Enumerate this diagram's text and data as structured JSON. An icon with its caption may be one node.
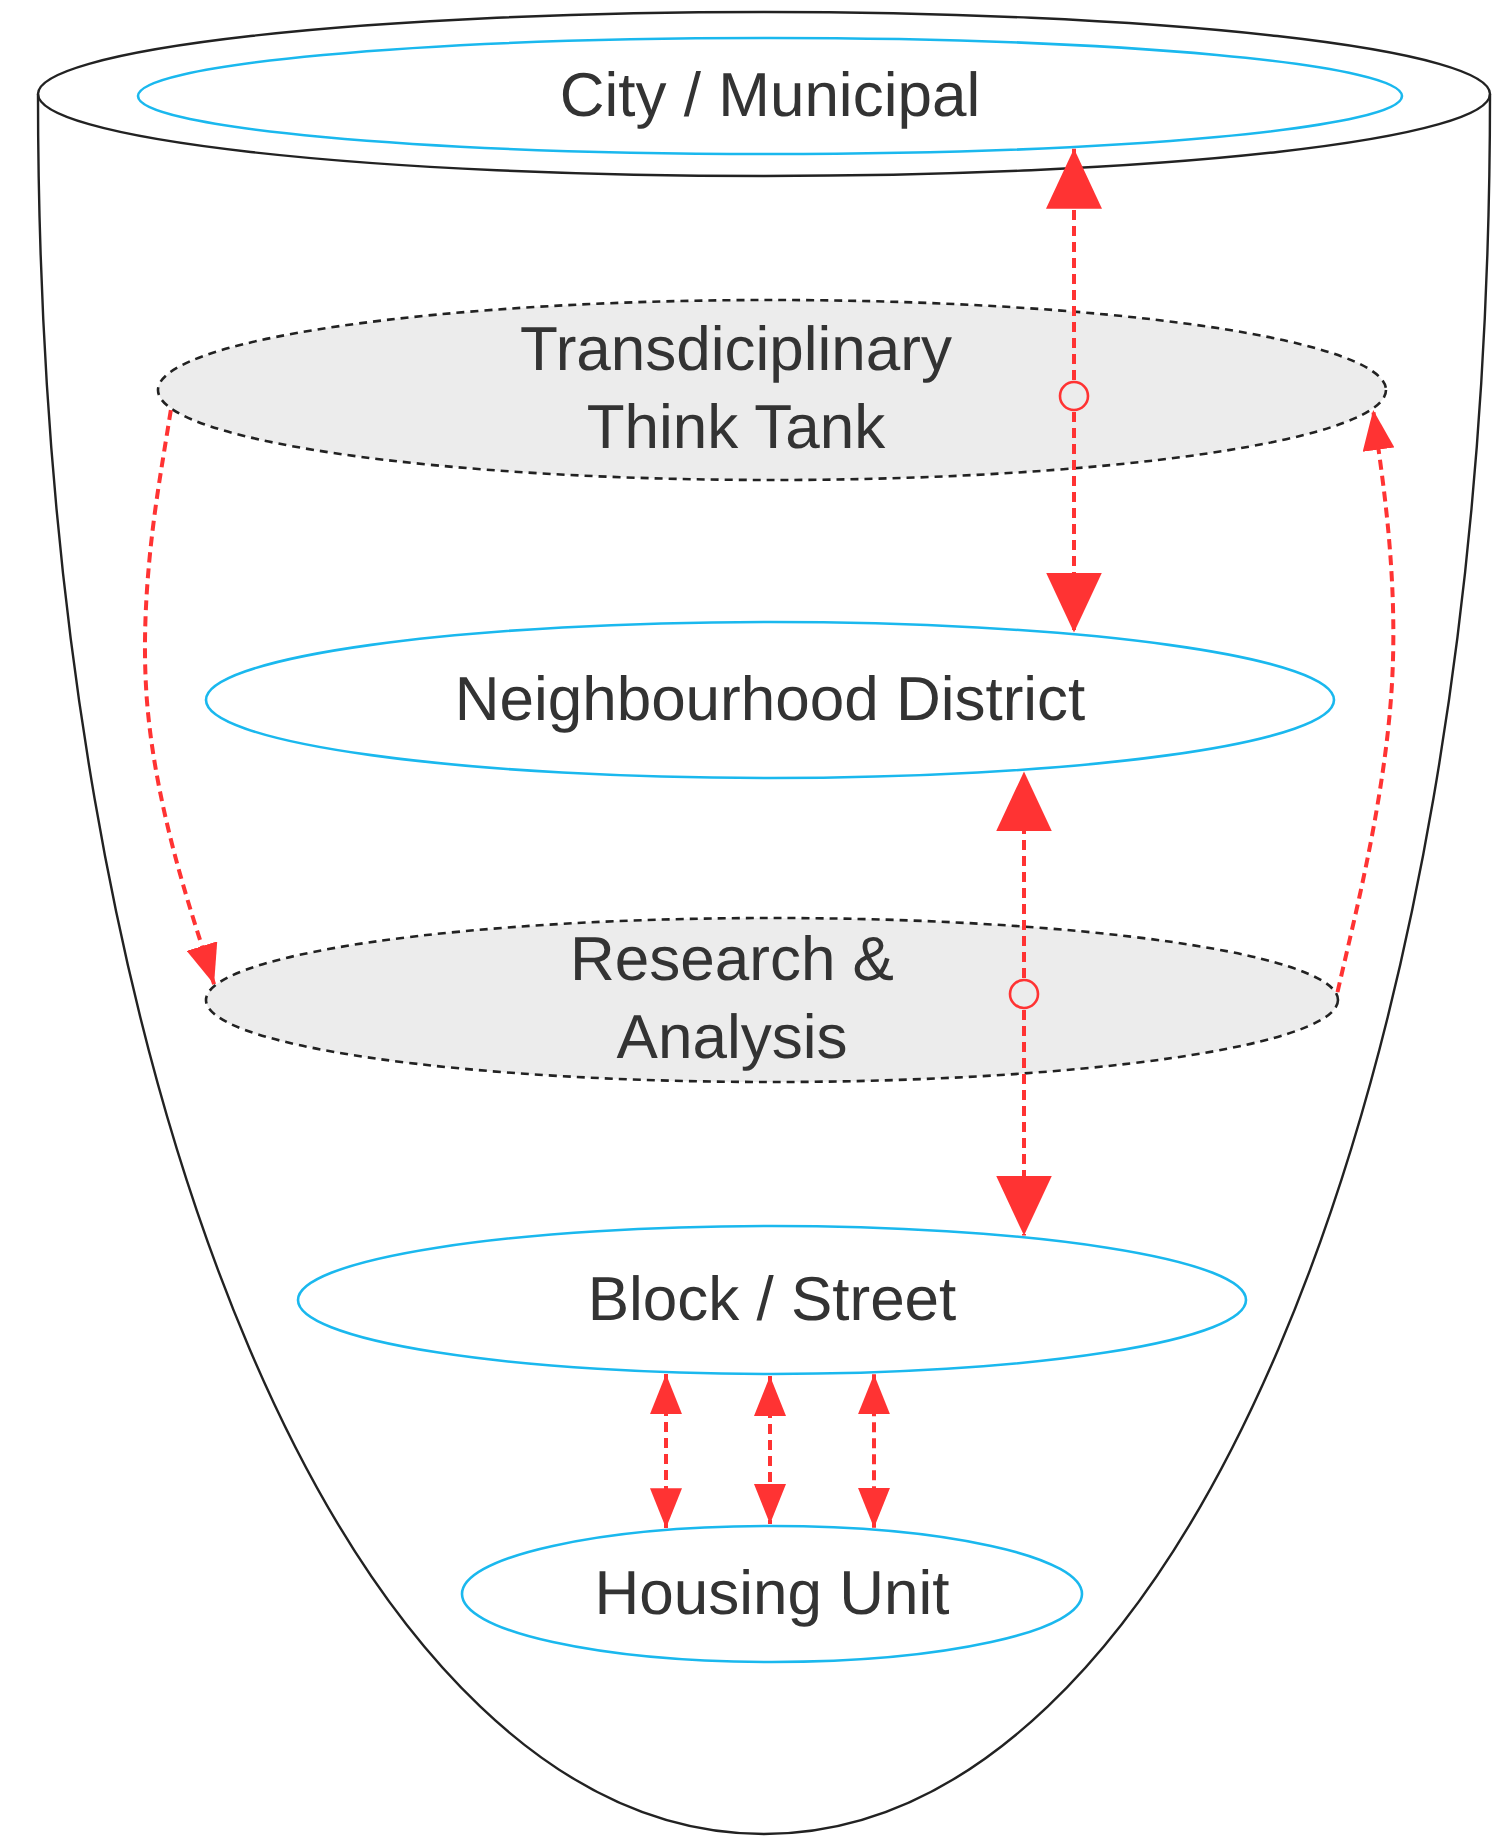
{
  "diagram": {
    "nodes": [
      {
        "text": [
          "City / Municipal"
        ]
      },
      {
        "text": [
          "Transdiciplinary Think Tank"
        ]
      },
      {
        "text": [],
        "shape": "circle",
        "in": 1
      },
      {
        "text": [
          "Neighbourhood District"
        ]
      },
      {
        "text": [
          "Research & Analysis"
        ]
      },
      {
        "text": [],
        "shape": "circle",
        "in": 4
      },
      {
        "text": [
          "Block / Street"
        ]
      },
      {
        "text": [
          "Housing Unit"
        ]
      }
    ],
    "edges": [
      {
        "from": 2,
        "to": 0,
        "arrow": "to"
      },
      {
        "from": 2,
        "to": 3,
        "arrow": "to"
      },
      {
        "from": 5,
        "to": 3,
        "arrow": "to"
      },
      {
        "from": 5,
        "to": 6,
        "arrow": "to"
      },
      {
        "from": 1,
        "to": 4,
        "arrow": "to"
      },
      {
        "from": 4,
        "to": 1,
        "arrow": "to"
      },
      {
        "from": 6,
        "to": 7,
        "arrow": "both"
      },
      {
        "from": 6,
        "to": 7,
        "arrow": "both"
      },
      {
        "from": 6,
        "to": 7,
        "arrow": "both"
      }
    ]
  }
}
